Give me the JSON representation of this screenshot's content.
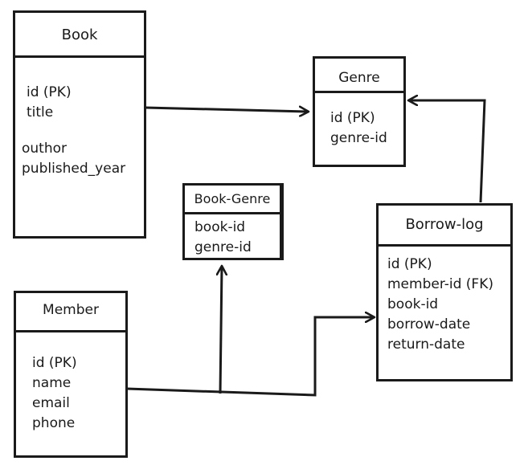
{
  "entities": {
    "book": {
      "title": "Book",
      "fields": [
        "id (PK)",
        "title",
        "outhor",
        "published_year"
      ]
    },
    "genre": {
      "title": "Genre",
      "fields": [
        "id (PK)",
        "genre-id"
      ]
    },
    "book_genre": {
      "title": "Book-Genre",
      "fields": [
        "book-id",
        "genre-id"
      ]
    },
    "borrow_log": {
      "title": "Borrow-log",
      "fields": [
        "id (PK)",
        "member-id (FK)",
        "book-id",
        "borrow-date",
        "return-date"
      ]
    },
    "member": {
      "title": "Member",
      "fields": [
        "id (PK)",
        "name",
        "email",
        "phone"
      ]
    }
  },
  "colors": {
    "stroke": "#1a1a1a",
    "background": "#ffffff"
  }
}
